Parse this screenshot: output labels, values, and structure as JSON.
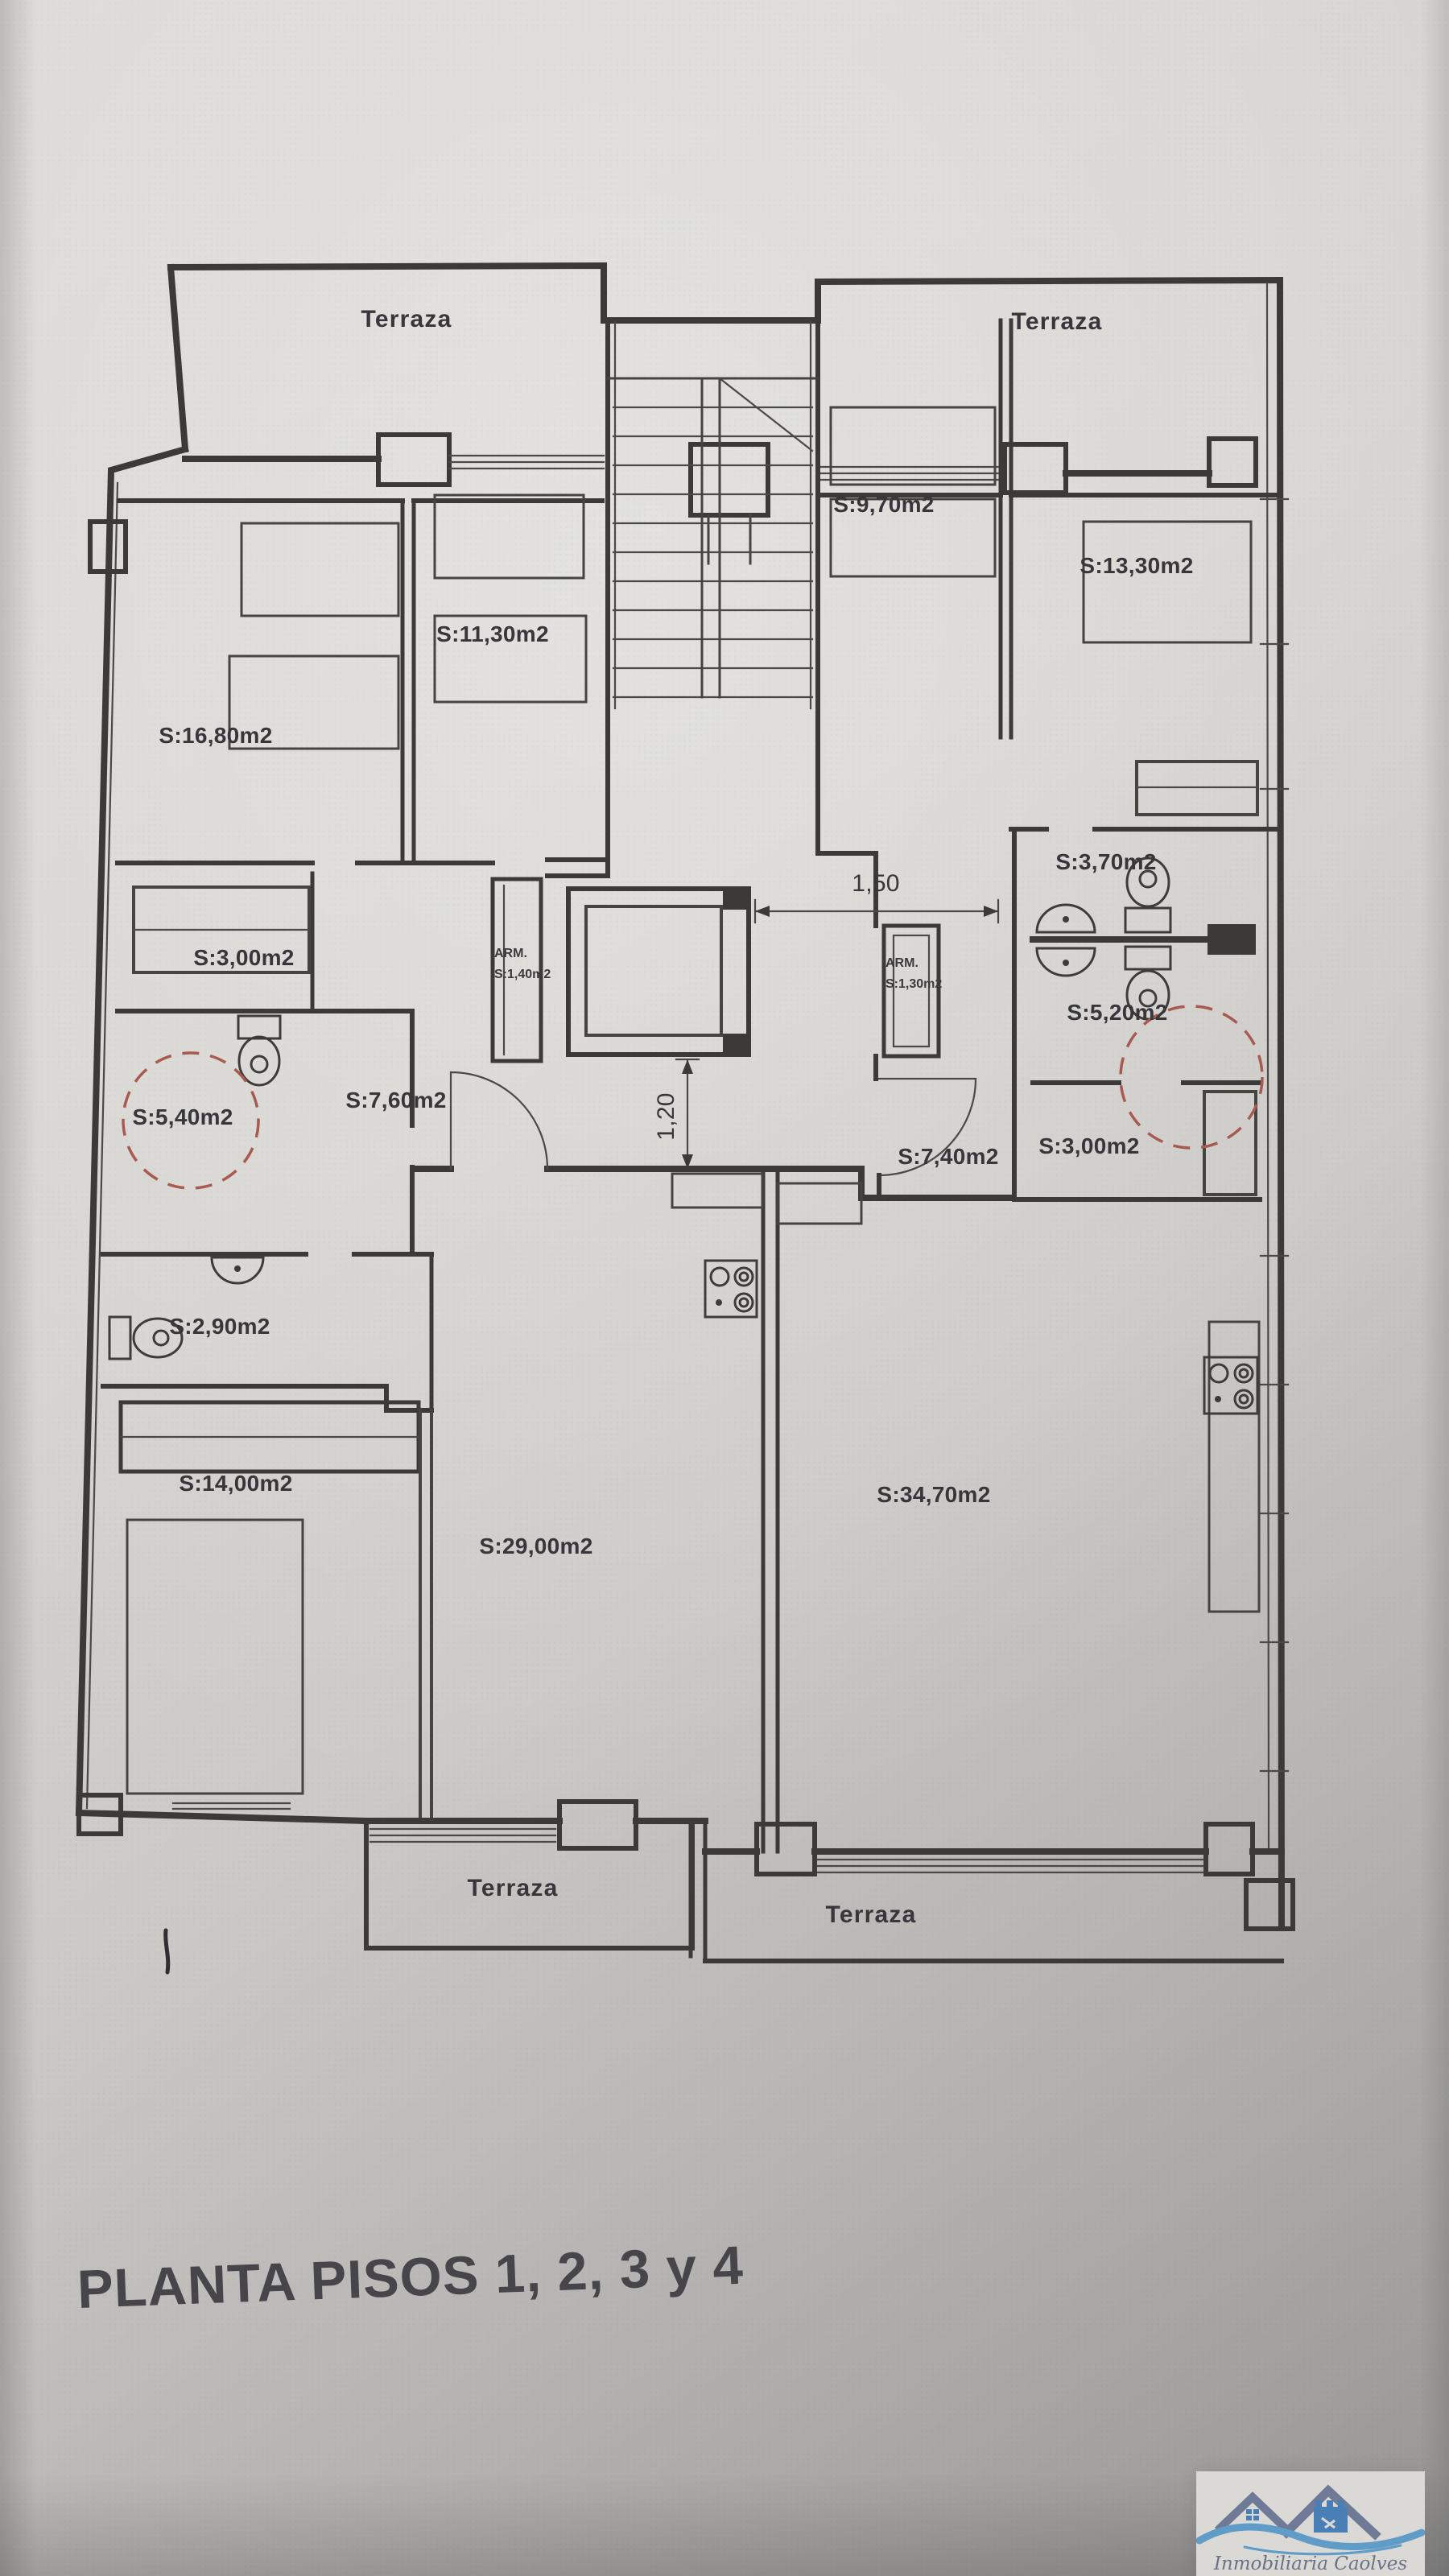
{
  "document": {
    "caption": "PLANTA PISOS 1, 2, 3 y 4"
  },
  "plan": {
    "terraces": {
      "top_left": "Terraza",
      "top_right": "Terraza",
      "bottom_left": "Terraza",
      "bottom_right": "Terraza"
    },
    "rooms": {
      "bedroom_16_80": "S:16,80m2",
      "bedroom_11_30": "S:11,30m2",
      "bedroom_9_70": "S:9,70m2",
      "bedroom_13_30": "S:13,30m2",
      "storage_3_00_left": "S:3,00m2",
      "bath_5_40": "S:5,40m2",
      "hall_7_60": "S:7,60m2",
      "bath_2_90": "S:2,90m2",
      "bedroom_14_00": "S:14,00m2",
      "living_29_00": "S:29,00m2",
      "living_34_70": "S:34,70m2",
      "hall_7_40": "S:7,40m2",
      "bath_3_70": "S:3,70m2",
      "bath_5_20": "S:5,20m2",
      "storage_3_00_right": "S:3,00m2"
    },
    "closets": {
      "left": {
        "line1": "ARM.",
        "line2": "S:1,40m2"
      },
      "right": {
        "line1": "ARM.",
        "line2": "S:1,30m2"
      }
    },
    "dimensions": {
      "elevator_front": "1,50",
      "hall_width": "1,20"
    }
  },
  "logo": {
    "brand": "Inmobiliaria Caolves"
  },
  "colors": {
    "wall": "#3b3a38",
    "marker_red": "#a85a50",
    "logo_roof": "#6f7a96",
    "logo_wave": "#5f9cc8",
    "logo_text": "#6a7285"
  }
}
